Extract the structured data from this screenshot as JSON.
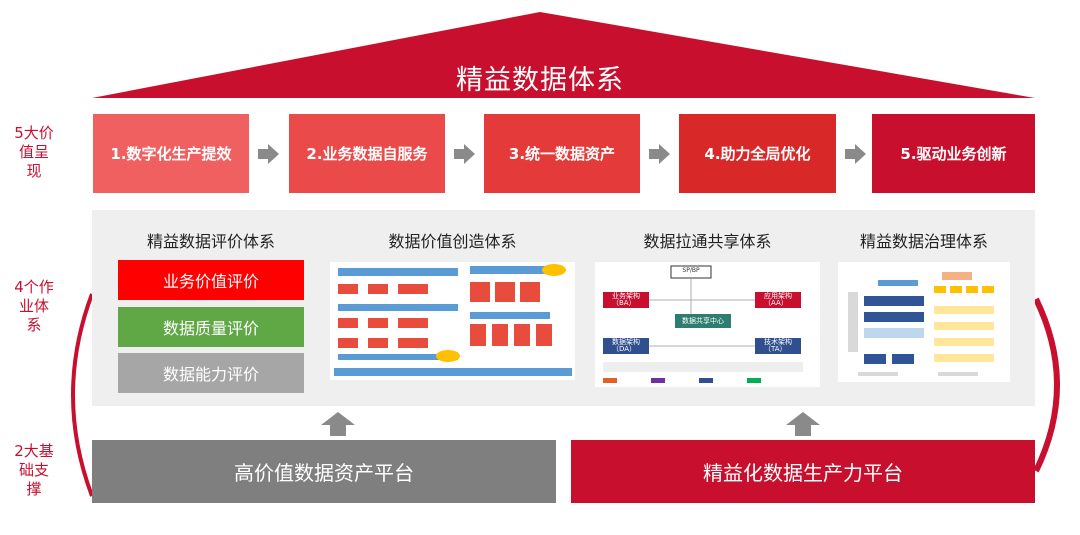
{
  "title": "精益数据体系",
  "levels": {
    "values": "5大价值呈现",
    "work": "4个作业体系",
    "base": "2大基础支撑"
  },
  "values": [
    {
      "label": "1.数字化生产提效",
      "color": "#f06060"
    },
    {
      "label": "2.业务数据自服务",
      "color": "#ea4a4a"
    },
    {
      "label": "3.统一数据资产",
      "color": "#e43a3a"
    },
    {
      "label": "4.助力全局优化",
      "color": "#d92828"
    },
    {
      "label": "5.驱动业务创新",
      "color": "#c8102e"
    }
  ],
  "systems": [
    {
      "title": "精益数据评价体系"
    },
    {
      "title": "数据价值创造体系"
    },
    {
      "title": "数据拉通共享体系"
    },
    {
      "title": "精益数据治理体系"
    }
  ],
  "evaluations": [
    {
      "label": "业务价值评价",
      "color": "#ff0000"
    },
    {
      "label": "数据质量评价",
      "color": "#5fa845"
    },
    {
      "label": "数据能力评价",
      "color": "#a6a6a6"
    }
  ],
  "share_diagram": {
    "top": "SP/BP",
    "center": "数据共享中心",
    "ba": "业务架构\n（BA）",
    "aa": "应用架构\n（AA）",
    "da": "数据架构\n（DA）",
    "ta": "技术架构\n（TA）"
  },
  "platforms": [
    {
      "label": "高价值数据资产平台",
      "color": "#7f7f7f"
    },
    {
      "label": "精益化数据生产力平台",
      "color": "#c8102e"
    }
  ],
  "colors": {
    "accent": "#c8102e",
    "panel": "#efefef"
  }
}
